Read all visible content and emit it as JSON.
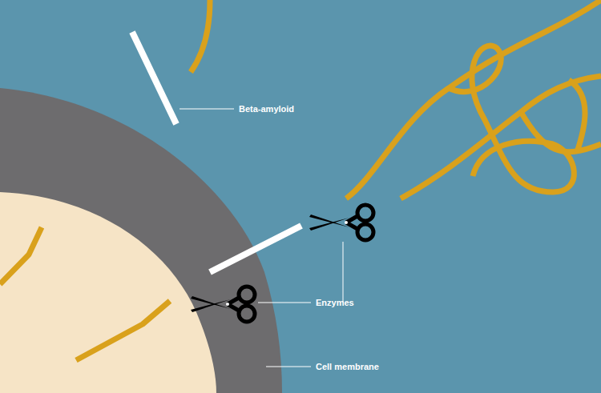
{
  "diagram": {
    "labels": [
      "Beta-amyloid",
      "Enzymes",
      "Cell membrane"
    ]
  }
}
